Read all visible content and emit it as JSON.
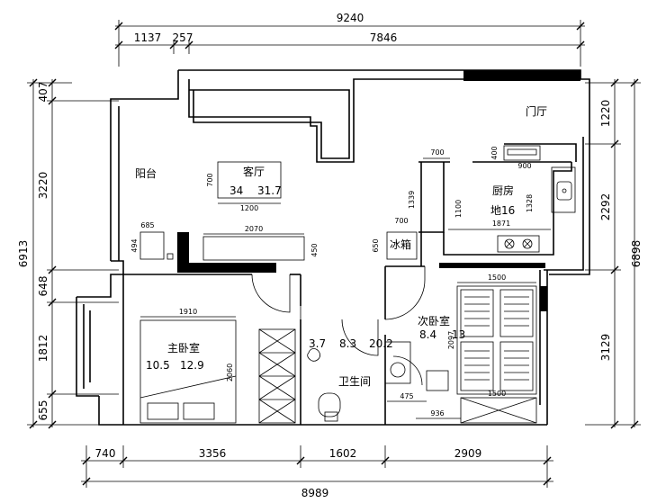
{
  "dimensions": {
    "top_total": "9240",
    "top_segments": [
      "1137",
      "257",
      "7846"
    ],
    "left_total": "6913",
    "left_segments": [
      "407",
      "3220",
      "648",
      "1812",
      "655"
    ],
    "right_total": "6898",
    "right_segments": [
      "1220",
      "2292",
      "3129"
    ],
    "bottom_segments": [
      "740",
      "3356",
      "1602",
      "2909"
    ],
    "bottom_total": "8989"
  },
  "rooms": {
    "balcony": {
      "name": "阳台"
    },
    "living": {
      "name": "客厅",
      "area_a": "34",
      "area_b": "31.7"
    },
    "entry": {
      "name": "门厅"
    },
    "kitchen": {
      "name": "厨房",
      "area": "地16"
    },
    "fridge": {
      "name": "冰箱"
    },
    "master_bedroom": {
      "name": "主卧室",
      "area_a": "10.5",
      "area_b": "12.9"
    },
    "bathroom": {
      "name": "卫生间",
      "area_a": "3.7",
      "area_b": "8.3",
      "area_c": "20.2"
    },
    "second_bedroom": {
      "name": "次卧室",
      "area_a": "8.4",
      "area_b": "13"
    }
  },
  "furniture_dims": {
    "sofa_depth": "700",
    "sofa_width": "1200",
    "tv_cabinet_width": "2070",
    "tv_cabinet_depth": "450",
    "side_table_width": "685",
    "side_table_depth": "494",
    "bed_width": "1910",
    "bed_length": "2060",
    "kitchen_top": "700",
    "kitchen_left": "1339",
    "kitchen_inner": "1100",
    "kitchen_right": "1328",
    "kitchen_bottom": "1871",
    "fridge_width": "700",
    "fridge_depth": "650",
    "entry_cabinet_depth": "400",
    "entry_cabinet_width": "900",
    "second_bed_top": "1500",
    "second_bed_bottom": "1500",
    "second_bed_length": "2097",
    "desk_width": "936",
    "bath_width": "475"
  }
}
